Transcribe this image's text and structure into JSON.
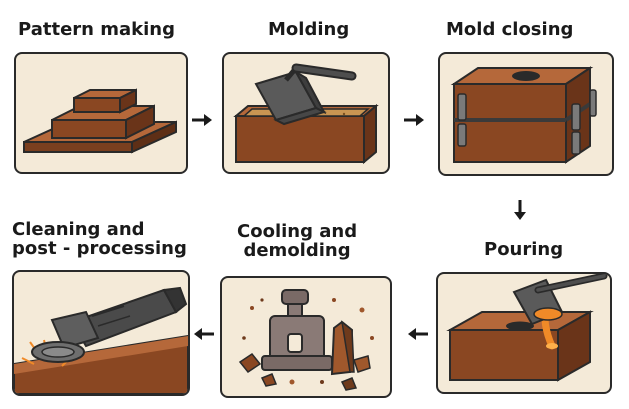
{
  "steps": [
    {
      "label": "Pattern making"
    },
    {
      "label": "Molding"
    },
    {
      "label": "Mold closing"
    },
    {
      "label": "Pouring"
    },
    {
      "label": "Cooling and\ndemolding"
    },
    {
      "label": "Cleaning and\npost - processing"
    }
  ],
  "colors": {
    "panel_bg": "#f4ead8",
    "wood": "#a0582c",
    "wood_dark": "#6e3a1c",
    "sand": "#c99552",
    "metal_gray": "#5a5a5a",
    "molten": "#f08a28",
    "outline": "#2a2a2a"
  }
}
